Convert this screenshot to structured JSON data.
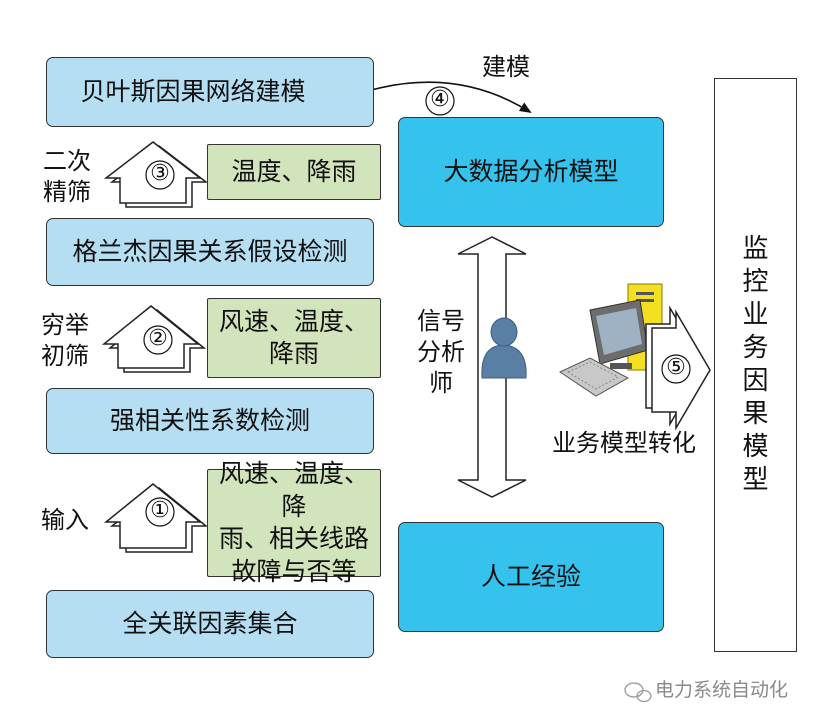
{
  "left_boxes": {
    "bayesian": "贝叶斯因果网络建模",
    "granger": "格兰杰因果关系假设检测",
    "correlation": "强相关性系数检测",
    "full_set": "全关联因素集合"
  },
  "green_boxes": {
    "g3": "温度、降雨",
    "g2_line1": "风速、温度、",
    "g2_line2": "降雨",
    "g1_line1": "风速、温度、降",
    "g1_line2": "雨、相关线路",
    "g1_line3": "故障与否等"
  },
  "step_labels": {
    "s3_line1": "二次",
    "s3_line2": "精筛",
    "s2_line1": "穷举",
    "s2_line2": "初筛",
    "s1": "输入"
  },
  "step_numbers": [
    "①",
    "②",
    "③",
    "④",
    "⑤"
  ],
  "right": {
    "model_label": "建模",
    "bigdata": "大数据分析模型",
    "experience": "人工经验",
    "analyst_line1": "信号",
    "analyst_line2": "分析",
    "analyst_line3": "师",
    "conversion": "业务模型转化",
    "monitor": [
      "监",
      "控",
      "业",
      "务",
      "因",
      "果",
      "模",
      "型"
    ]
  },
  "watermark": "电力系统自动化",
  "colors": {
    "light_blue": "#b5def3",
    "dark_blue": "#35c3ee",
    "green": "#d2e4bc",
    "person_blue": "#5a7fa5"
  }
}
